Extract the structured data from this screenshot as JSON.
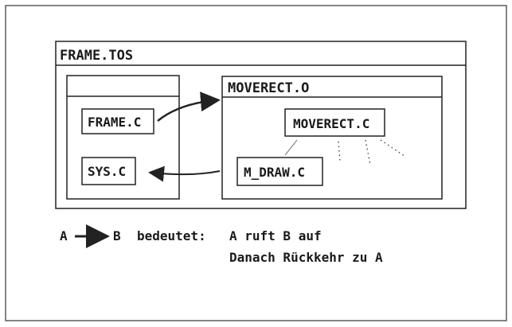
{
  "diagram": {
    "outer_title": "FRAME.TOS",
    "left_module": {
      "title": "",
      "files": [
        "FRAME.C",
        "SYS.C"
      ]
    },
    "right_module": {
      "title": "MOVERECT.O",
      "files": [
        "MOVERECT.C",
        "M_DRAW.C"
      ]
    },
    "calls": [
      {
        "from": "FRAME.C",
        "to": "MOVERECT.O"
      },
      {
        "from": "MOVERECT.O",
        "to": "SYS.C"
      }
    ]
  },
  "legend": {
    "a": "A",
    "b": "B",
    "means": "bedeutet:",
    "line1": "A ruft B auf",
    "line2": "Danach Rückkehr zu A"
  },
  "colors": {
    "ink": "#1a1a1a",
    "paper": "#ffffff"
  }
}
